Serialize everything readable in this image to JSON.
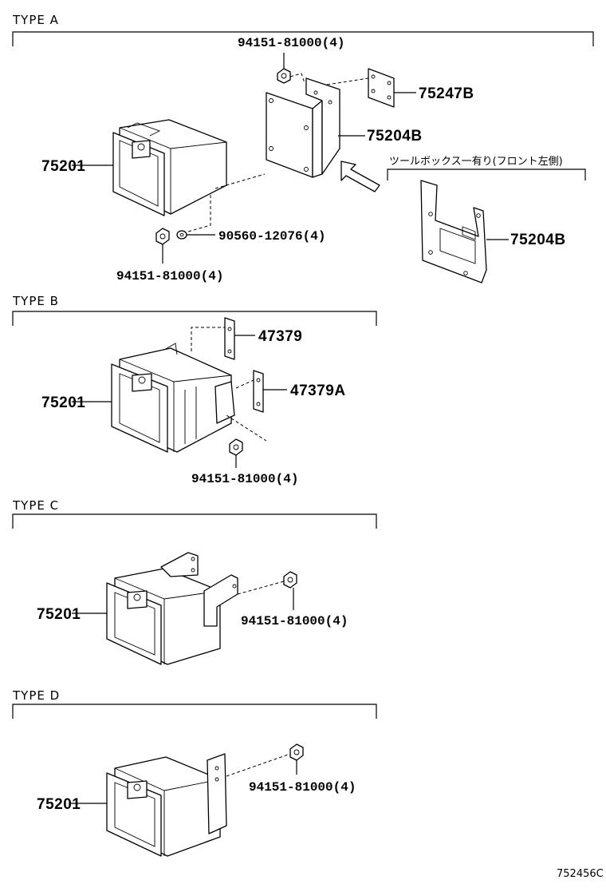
{
  "sections": [
    {
      "id": "a",
      "title": "TYPE  A"
    },
    {
      "id": "b",
      "title": "TYPE  B"
    },
    {
      "id": "c",
      "title": "TYPE  C"
    },
    {
      "id": "d",
      "title": "TYPE  D"
    }
  ],
  "callouts": {
    "a_nut_top": "94151-81000(4)",
    "a_plate": "75247B",
    "a_bracket": "75204B",
    "a_box": "75201",
    "a_washer": "90560-12076(4)",
    "a_nut_bottom": "94151-81000(4)",
    "a_note": "ツールボックス一有り(フロント左側)",
    "a_bracket_alt": "75204B",
    "b_plate1": "47379",
    "b_plate2": "47379A",
    "b_box": "75201",
    "b_nut": "94151-81000(4)",
    "c_box": "75201",
    "c_nut": "94151-81000(4)",
    "d_box": "75201",
    "d_nut": "94151-81000(4)"
  },
  "catalog_number": "752456C"
}
